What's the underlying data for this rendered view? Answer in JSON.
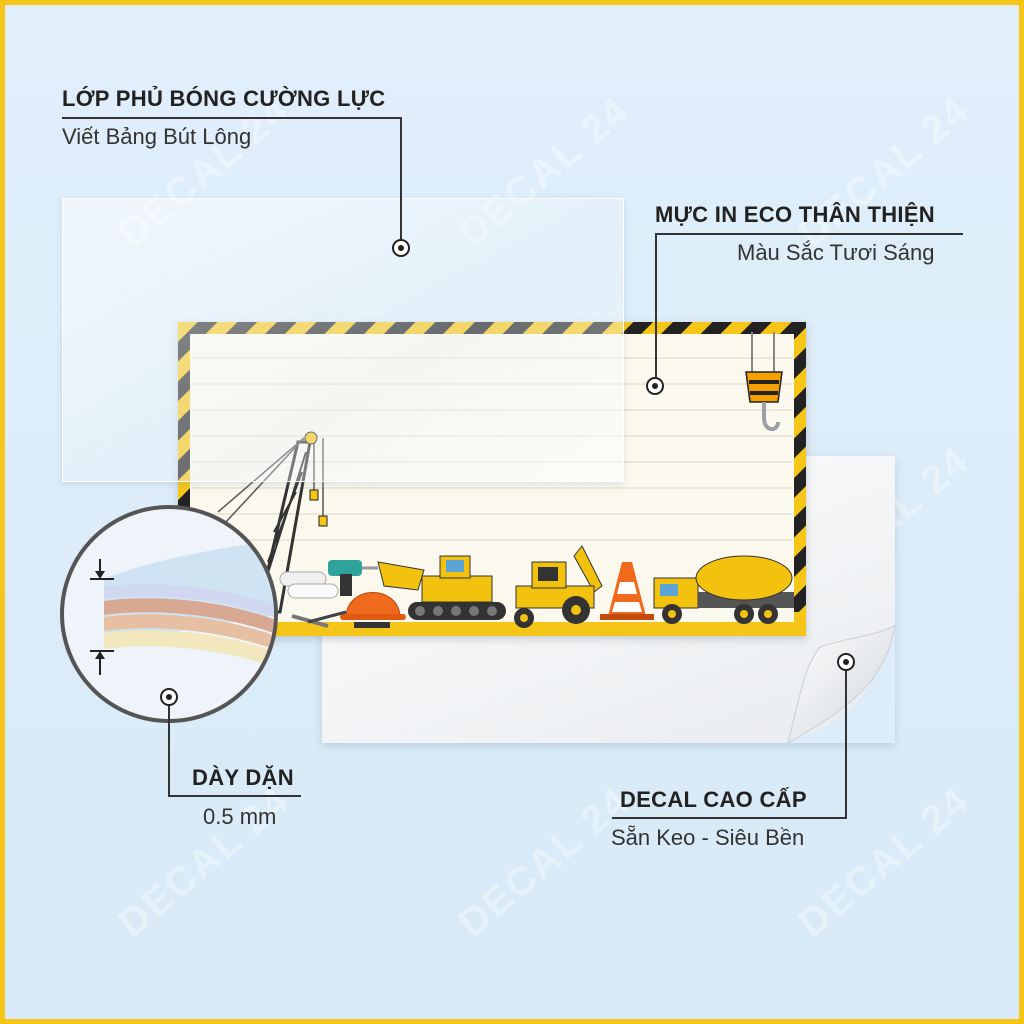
{
  "features": {
    "gloss": {
      "title": "LỚP PHỦ BÓNG CƯỜNG LỰC",
      "subtitle": "Viết Bảng Bút Lông"
    },
    "ink": {
      "title": "MỰC IN ECO THÂN THIỆN",
      "subtitle": "Màu Sắc Tươi Sáng"
    },
    "thickness": {
      "title": "DÀY DẶN",
      "subtitle": "0.5 mm"
    },
    "decal": {
      "title": "DECAL CAO CẤP",
      "subtitle": "Sẵn Keo - Siêu Bền"
    }
  },
  "watermark": "DECAL 24",
  "colors": {
    "frame": "#f5c518",
    "background": "#dcecf8",
    "hazard_yellow": "#f5c518",
    "hazard_black": "#222222",
    "card_paper": "#fbf8ee"
  },
  "icons": [
    "crane-icon",
    "hook-icon",
    "drill-icon",
    "hard-hat-icon",
    "bulldozer-icon",
    "loader-icon",
    "traffic-cone-icon",
    "cement-mixer-icon",
    "tools-icon"
  ]
}
